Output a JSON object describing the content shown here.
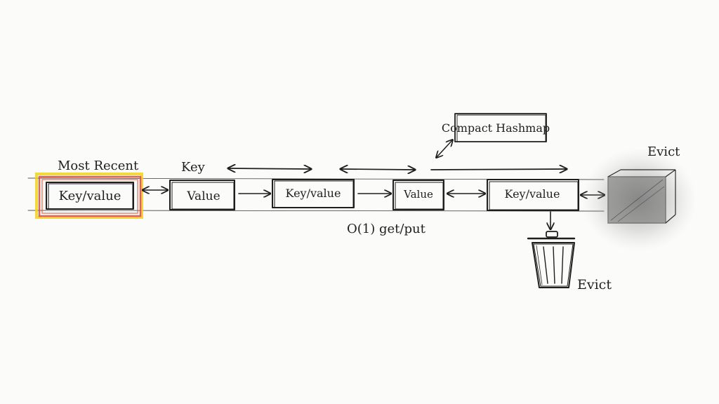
{
  "diagram": {
    "colors": {
      "ink": "#1e1e1e",
      "paper": "#fbfbf9",
      "highlight_yellow": "#f2d21c",
      "highlight_red": "#e0533a",
      "shade": "#5a5a5a"
    },
    "labels": {
      "most_recent": "Most Recent",
      "key": "Key",
      "compact_hashmap": "Compact Hashmap",
      "complexity": "O(1) get/put",
      "evict_top": "Evict",
      "evict_bottom": "Evict"
    },
    "nodes": [
      {
        "label": "Key/value",
        "highlighted": true
      },
      {
        "label": "Value",
        "highlighted": false
      },
      {
        "label": "Key/value",
        "highlighted": false
      },
      {
        "label": "Value",
        "highlighted": false
      },
      {
        "label": "Key/value",
        "highlighted": false
      }
    ],
    "icons": {
      "trash": "trash-can-icon",
      "shaded_block": "shaded-cube-icon"
    }
  }
}
